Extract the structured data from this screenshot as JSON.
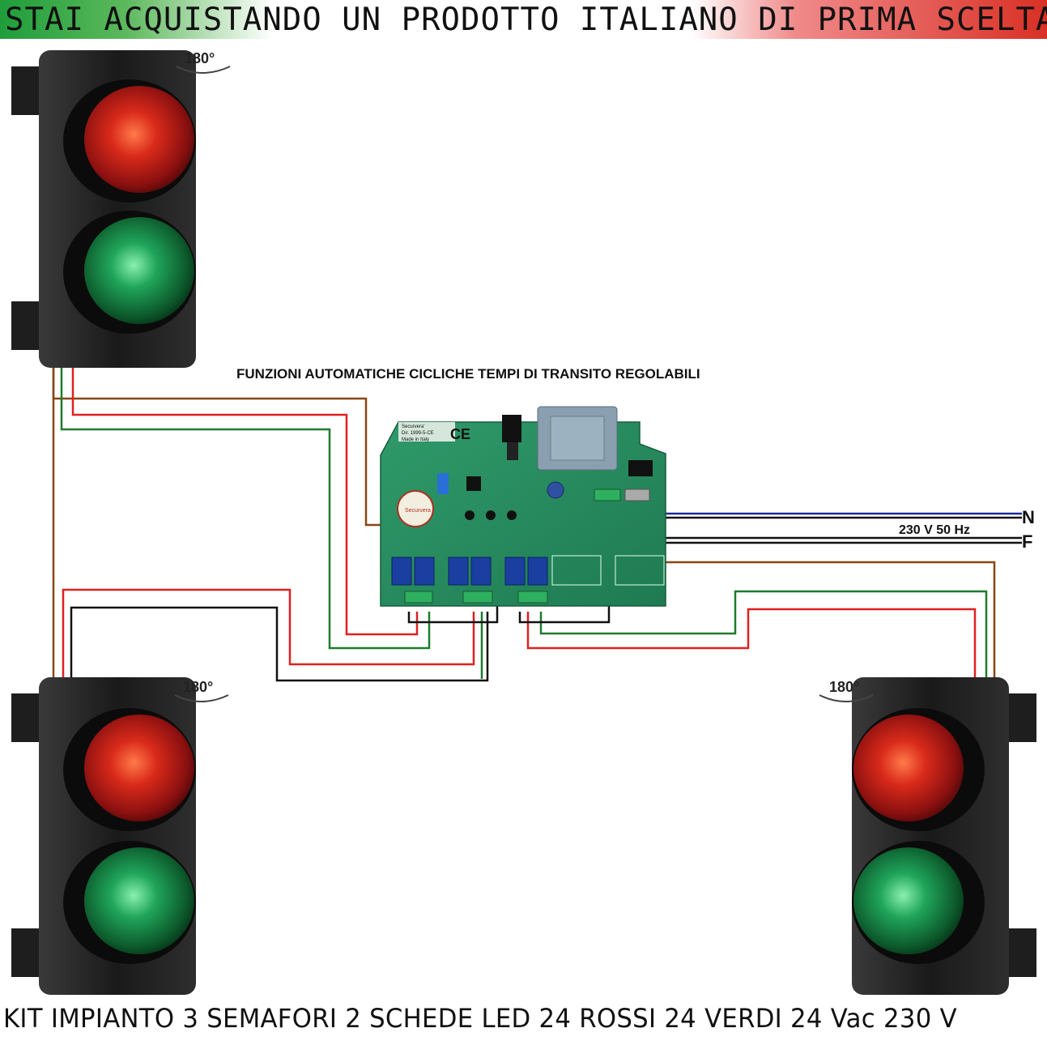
{
  "header": {
    "banner_text": "STAI ACQUISTANDO UN PRODOTTO ITALIANO DI PRIMA SCELTA"
  },
  "diagram": {
    "caption": "FUNZIONI AUTOMATICHE CICLICHE TEMPI DI TRANSITO REGOLABILI",
    "board": {
      "brand": "Securvera'",
      "directive": "Dir. 1999-5-CE",
      "origin": "Made in Italy",
      "ce_mark": "CE"
    },
    "power": {
      "neutral": "N",
      "phase": "F",
      "rating": "230 V 50 Hz"
    },
    "rotation_label": "180°",
    "wire_colors": {
      "brown": "#8b4513",
      "red": "#e02020",
      "green": "#1e7b2e",
      "black": "#111111",
      "blue": "#1a2a9c"
    }
  },
  "footer": {
    "kit_title": "KIT IMPIANTO 3 SEMAFORI 2 SCHEDE LED 24 ROSSI 24 VERDI 24 Vac 230 V"
  }
}
